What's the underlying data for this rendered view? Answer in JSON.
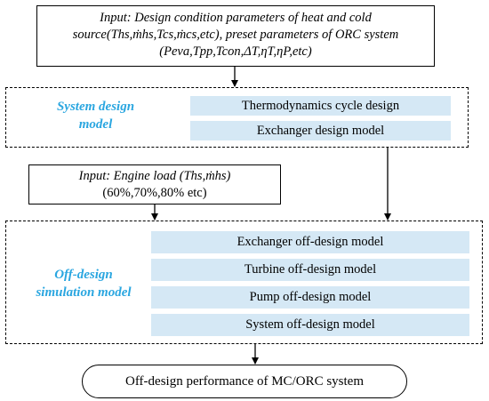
{
  "top_input": {
    "line1": "Input: Design condition parameters of heat and cold",
    "line2": "source(Ths,ṁhs,Tcs,ṁcs,etc), preset parameters of ORC system",
    "line3": "(Peva,Tpp,Tcon,ΔT,ηT,ηP,etc)"
  },
  "system_design": {
    "label_line1": "System design",
    "label_line2": "model",
    "items": [
      "Thermodynamics cycle design",
      "Exchanger design model"
    ]
  },
  "engine_input": {
    "line1_prefix": "Input: Engine load",
    "line1_params": "(Ths,ṁhs)",
    "line2": "(60%,70%,80% etc)"
  },
  "off_design": {
    "label_line1": "Off-design",
    "label_line2": "simulation model",
    "items": [
      "Exchanger off-design model",
      "Turbine  off-design model",
      "Pump  off-design model",
      "System off-design  model"
    ]
  },
  "output": {
    "label": "Off-design performance of MC/ORC system"
  },
  "colors": {
    "label_blue": "#2aa6e0",
    "box_fill": "#d5e8f5"
  }
}
